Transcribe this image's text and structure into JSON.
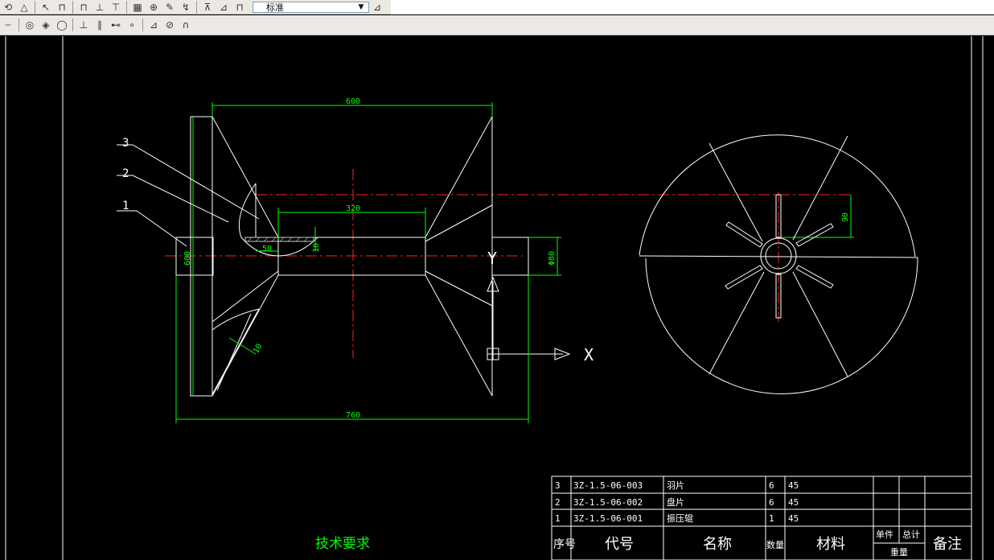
{
  "toolbar": {
    "style_combo_value": "标准"
  },
  "drawing": {
    "dimensions": {
      "top_width": "600",
      "inner_length": "320",
      "left_height": "600",
      "total_length": "760",
      "shaft_diameter": "Φ80",
      "offset_90": "90",
      "small_50": "50",
      "small_10a": "10",
      "small_10b": "10"
    },
    "callouts": [
      "3",
      "2",
      "1"
    ],
    "axis_labels": {
      "x": "X",
      "y": "Y"
    },
    "tech_requirements": "技术要求"
  },
  "title_block": {
    "rows": [
      {
        "no": "3",
        "code": "3Z-1.5-06-003",
        "name": "羽片",
        "qty": "6",
        "material": "45"
      },
      {
        "no": "2",
        "code": "3Z-1.5-06-002",
        "name": "盘片",
        "qty": "6",
        "material": "45"
      },
      {
        "no": "1",
        "code": "3Z-1.5-06-001",
        "name": "振压辊",
        "qty": "1",
        "material": "45"
      }
    ],
    "header": {
      "no": "序号",
      "code": "代号",
      "name": "名称",
      "qty": "数量",
      "material": "材料",
      "unit": "单件",
      "total": "总计",
      "weight": "重量",
      "remarks": "备注"
    }
  },
  "colors": {
    "background": "#000000",
    "geometry": "#ffffff",
    "dimension": "#00ff00",
    "centerline": "#ff2020",
    "toolbar": "#ece9e4"
  }
}
